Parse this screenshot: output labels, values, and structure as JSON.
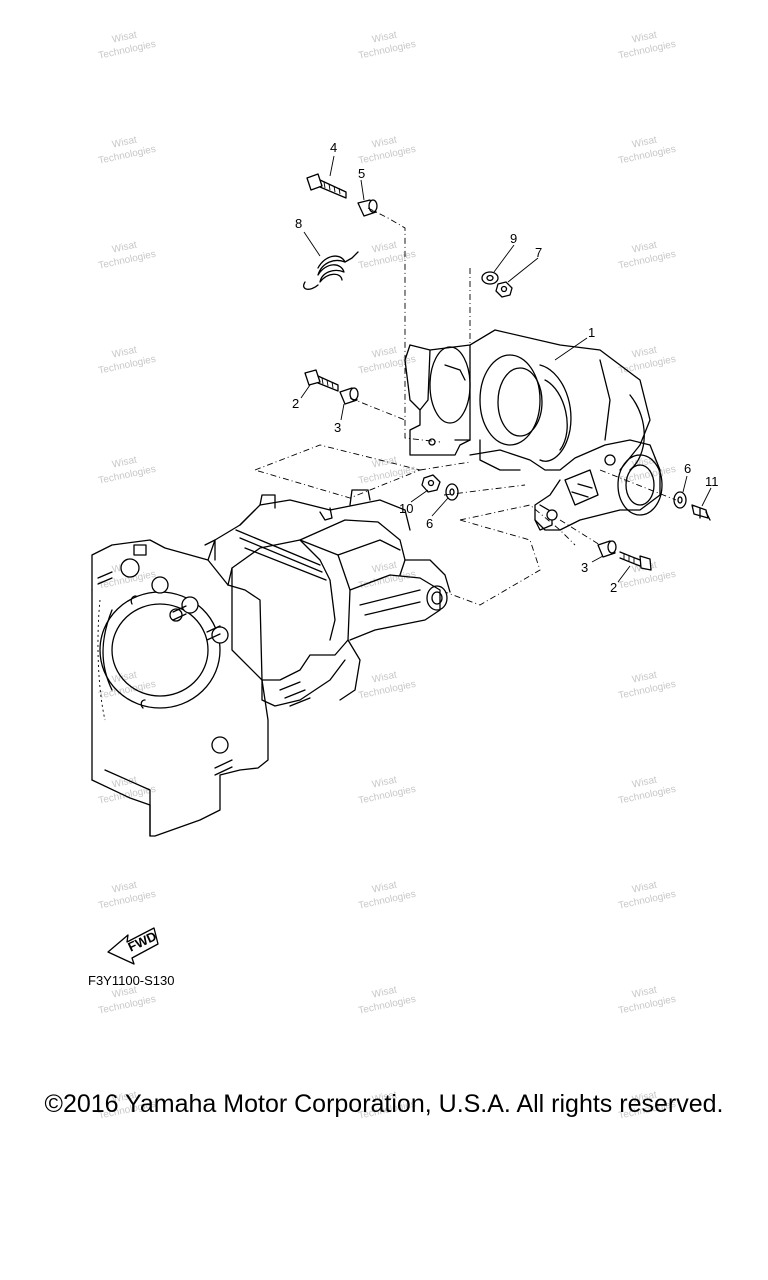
{
  "diagram": {
    "part_numbers": [
      "1",
      "2",
      "3",
      "4",
      "5",
      "6",
      "7",
      "8",
      "9",
      "10",
      "11",
      "2",
      "3",
      "6"
    ],
    "direction_label": "FWD",
    "drawing_code": "F3Y1100-S130",
    "watermark_lines": [
      "Wisat",
      "Technologies"
    ]
  },
  "footer": {
    "copyright": "©2016 Yamaha Motor Corporation, U.S.A. All rights reserved."
  }
}
